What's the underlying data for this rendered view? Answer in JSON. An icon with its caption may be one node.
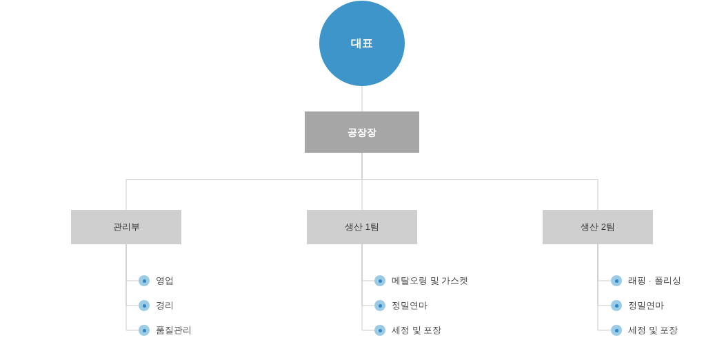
{
  "diagram": {
    "nodes": [
      {
        "text": [
          "대표"
        ]
      },
      {
        "text": [
          "공장장"
        ]
      },
      {
        "text": [
          "관리부"
        ]
      },
      {
        "text": [
          "생산 1팀"
        ]
      },
      {
        "text": [
          "생산 2팀"
        ]
      },
      {
        "text": [
          "영업"
        ]
      },
      {
        "text": [
          "경리"
        ]
      },
      {
        "text": [
          "품질관리"
        ]
      },
      {
        "text": [
          "메탈오링 및 가스켓"
        ]
      },
      {
        "text": [
          "정밀연마"
        ]
      },
      {
        "text": [
          "세정 및 포장"
        ]
      },
      {
        "text": [
          "래핑 · 폴리싱"
        ]
      },
      {
        "text": [
          "정밀연마"
        ]
      },
      {
        "text": [
          "세정 및 포장"
        ]
      }
    ],
    "edges": [
      {
        "from": 0,
        "to": 1,
        "arrow": "none"
      },
      {
        "from": 1,
        "to": 2,
        "arrow": "none"
      },
      {
        "from": 1,
        "to": 3,
        "arrow": "none"
      },
      {
        "from": 1,
        "to": 4,
        "arrow": "none"
      },
      {
        "from": 2,
        "to": 5,
        "arrow": "none"
      },
      {
        "from": 2,
        "to": 6,
        "arrow": "none"
      },
      {
        "from": 2,
        "to": 7,
        "arrow": "none"
      },
      {
        "from": 3,
        "to": 8,
        "arrow": "none"
      },
      {
        "from": 3,
        "to": 9,
        "arrow": "none"
      },
      {
        "from": 3,
        "to": 10,
        "arrow": "none"
      },
      {
        "from": 4,
        "to": 11,
        "arrow": "none"
      },
      {
        "from": 4,
        "to": 12,
        "arrow": "none"
      },
      {
        "from": 4,
        "to": 13,
        "arrow": "none"
      }
    ]
  }
}
